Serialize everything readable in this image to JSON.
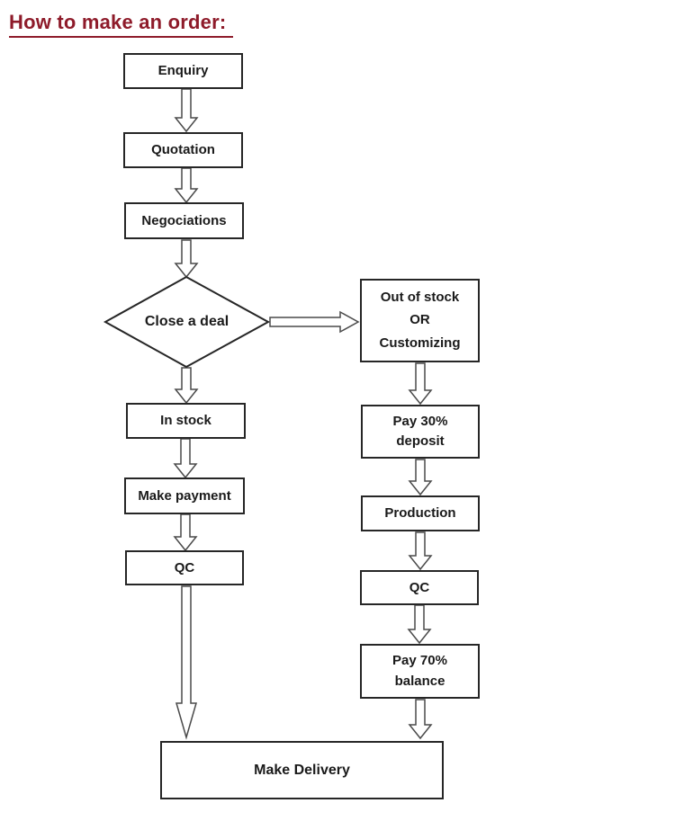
{
  "page": {
    "title": "How to make an order:"
  },
  "theme": {
    "title_color": "#8e1b2a",
    "arrow_line": "#4a4a4a",
    "box_border": "#262626",
    "text_color": "#1a1a1a"
  },
  "flowchart": {
    "nodes": {
      "enquiry": {
        "label": "Enquiry"
      },
      "quotation": {
        "label": "Quotation"
      },
      "negociations": {
        "label": "Negociations"
      },
      "close_a_deal": {
        "label": "Close a deal",
        "shape": "diamond"
      },
      "in_stock": {
        "label": "In stock"
      },
      "make_payment": {
        "label": "Make payment"
      },
      "qc_left": {
        "label": "QC"
      },
      "out_of_stock": {
        "lines": [
          "Out of stock",
          "OR",
          "Customizing"
        ]
      },
      "pay_30": {
        "lines": [
          "Pay 30%",
          "deposit"
        ]
      },
      "production": {
        "label": "Production"
      },
      "qc_right": {
        "label": "QC"
      },
      "pay_70": {
        "lines": [
          "Pay 70%",
          "balance"
        ]
      },
      "make_delivery": {
        "label": "Make Delivery"
      }
    },
    "edges": [
      {
        "from": "enquiry",
        "to": "quotation"
      },
      {
        "from": "quotation",
        "to": "negociations"
      },
      {
        "from": "negociations",
        "to": "close_a_deal"
      },
      {
        "from": "close_a_deal",
        "to": "in_stock"
      },
      {
        "from": "close_a_deal",
        "to": "out_of_stock"
      },
      {
        "from": "in_stock",
        "to": "make_payment"
      },
      {
        "from": "make_payment",
        "to": "qc_left"
      },
      {
        "from": "qc_left",
        "to": "make_delivery"
      },
      {
        "from": "out_of_stock",
        "to": "pay_30"
      },
      {
        "from": "pay_30",
        "to": "production"
      },
      {
        "from": "production",
        "to": "qc_right"
      },
      {
        "from": "qc_right",
        "to": "pay_70"
      },
      {
        "from": "pay_70",
        "to": "make_delivery"
      }
    ]
  }
}
